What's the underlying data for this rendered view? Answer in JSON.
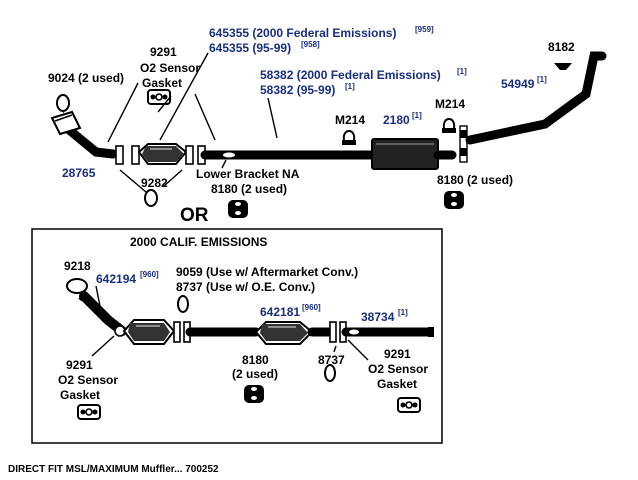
{
  "top": {
    "p9024": "9024 (2 used)",
    "p9291_top": "9291",
    "o2_top_l1": "O2 Sensor",
    "o2_top_l2": "Gasket",
    "p645355_a": "645355 (2000 Federal Emissions)",
    "p645355_a_sup": "[959]",
    "p645355_b": "645355 (95-99)",
    "p645355_b_sup": "[958]",
    "p58382_a": "58382 (2000 Federal Emissions)",
    "p58382_a_sup": "[1]",
    "p58382_b": "58382 (95-99)",
    "p58382_b_sup": "[1]",
    "p8182": "8182",
    "p54949": "54949",
    "p54949_sup": "[1]",
    "m214_left": "M214",
    "m214_right": "M214",
    "p2180": "2180",
    "p2180_sup": "[1]",
    "p28765": "28765",
    "p9282": "9282",
    "lower_bracket": "Lower Bracket NA",
    "p8180_mid": "8180 (2 used)",
    "p8180_right": "8180 (2 used)",
    "or_text": "OR"
  },
  "calif": {
    "title": "2000 CALIF. EMISSIONS",
    "p9218": "9218",
    "p642194": "642194",
    "p642194_sup": "[960]",
    "p9059": "9059 (Use w/ Aftermarket Conv.)",
    "p8737_a": "8737 (Use w/ O.E. Conv.)",
    "p642181": "642181",
    "p642181_sup": "[960]",
    "p38734": "38734",
    "p38734_sup": "[1]",
    "p9291_left": "9291",
    "o2_left_l1": "O2 Sensor",
    "o2_left_l2": "Gasket",
    "p8180": "8180",
    "p8180_used": "(2 used)",
    "p8737_b": "8737",
    "p9291_right": "9291",
    "o2_right_l1": "O2 Sensor",
    "o2_right_l2": "Gasket"
  },
  "footer": "DIRECT FIT MSL/MAXIMUM Muffler... 700252"
}
